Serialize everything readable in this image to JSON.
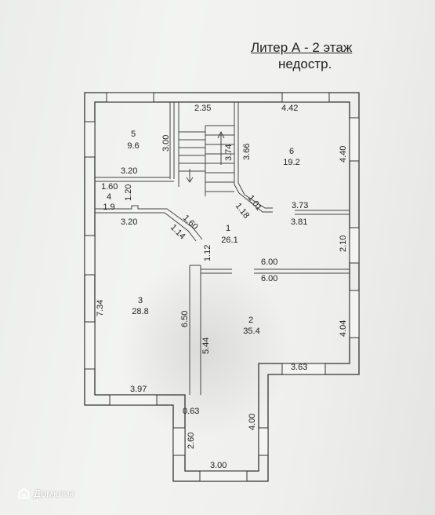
{
  "title": {
    "line1": "Литер А - 2 этаж",
    "line2": "недостр."
  },
  "rooms": [
    {
      "id": "5",
      "area": "9.6"
    },
    {
      "id": "6",
      "area": "19.2"
    },
    {
      "id": "4",
      "area": "1.9"
    },
    {
      "id": "1",
      "area": "26.1"
    },
    {
      "id": "3",
      "area": "28.8"
    },
    {
      "id": "2",
      "area": "35.4"
    }
  ],
  "dimensions": {
    "d_2_35": "2.35",
    "d_4_42": "4.42",
    "d_3_00_r5": "3.00",
    "d_3_74": "3.74",
    "d_3_66": "3.66",
    "d_4_40": "4.40",
    "d_3_20_top": "3.20",
    "d_1_60_r4": "1.60",
    "d_1_20": "1.20",
    "d_1_01": "1.01",
    "d_1_18": "1.18",
    "d_3_73": "3.73",
    "d_3_81": "3.81",
    "d_3_20_bot": "3.20",
    "d_1_60_diag": "1.60",
    "d_1_14": "1.14",
    "d_2_10": "2.10",
    "d_1_12": "1.12",
    "d_6_00_a": "6.00",
    "d_6_00_b": "6.00",
    "d_7_34": "7.34",
    "d_6_50": "6.50",
    "d_5_44": "5.44",
    "d_4_04": "4.04",
    "d_3_63": "3.63",
    "d_3_97": "3.97",
    "d_0_63": "0.63",
    "d_4_00": "4.00",
    "d_2_60": "2.60",
    "d_3_00_bot": "3.00"
  },
  "watermark": {
    "text": "Домклик",
    "icon": "house-logo-icon"
  },
  "colors": {
    "paper": "#efefed",
    "ink": "#222222"
  }
}
